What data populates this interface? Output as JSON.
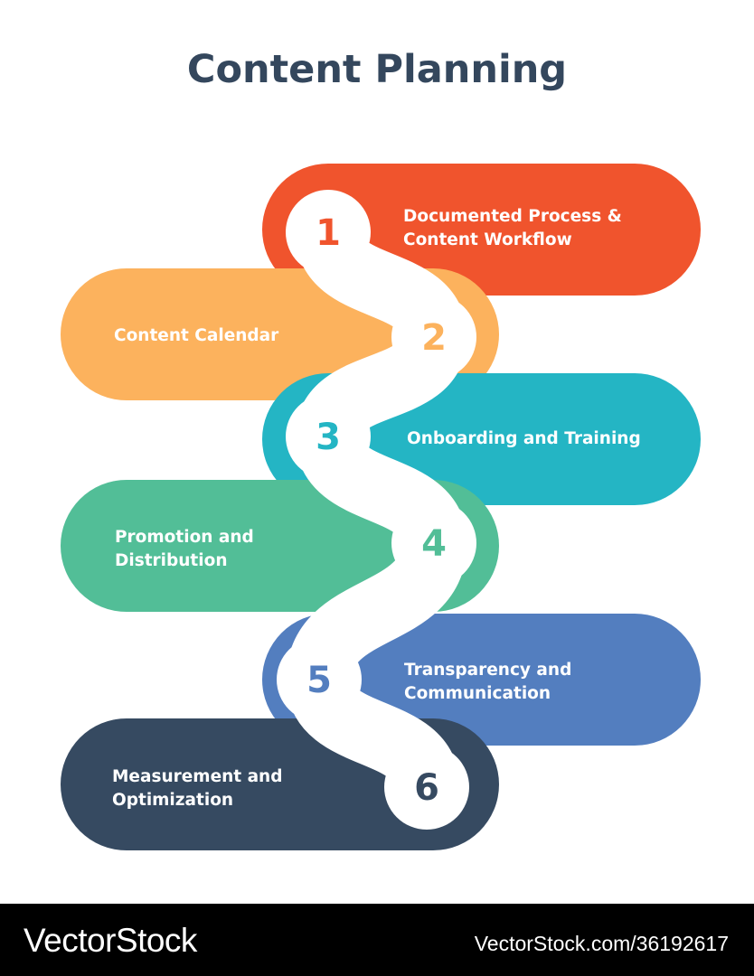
{
  "title": "Content Planning",
  "steps": [
    {
      "number": "1",
      "line1": "Documented Process &",
      "line2": "Content Workflow",
      "color": "#f0542d"
    },
    {
      "number": "2",
      "line1": "Content Calendar",
      "line2": "",
      "color": "#fcb25d"
    },
    {
      "number": "3",
      "line1": "Onboarding and Training",
      "line2": "",
      "color": "#24b5c4"
    },
    {
      "number": "4",
      "line1": "Promotion and",
      "line2": "Distribution",
      "color": "#52be97"
    },
    {
      "number": "5",
      "line1": "Transparency and",
      "line2": "Communication",
      "color": "#537ebf"
    },
    {
      "number": "6",
      "line1": "Measurement and",
      "line2": "Optimization",
      "color": "#364a61"
    }
  ],
  "watermark": {
    "brand": "VectorStock",
    "url": "VectorStock.com/36192617"
  }
}
